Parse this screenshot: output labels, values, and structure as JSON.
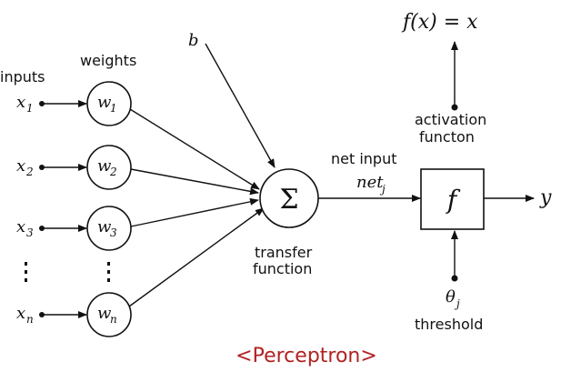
{
  "labels": {
    "inputs": "inputs",
    "weights": "weights",
    "bias": "b",
    "net_input": "net input",
    "net_symbol": "net",
    "net_subscript": "j",
    "transfer_line1": "transfer",
    "transfer_line2": "function",
    "activation_line1": "activation",
    "activation_line2": "functon",
    "threshold": "threshold",
    "theta": "θ",
    "theta_subscript": "j",
    "output": "y",
    "activation_formula": "f(x) = x",
    "sigma": "Σ",
    "f_box": "f",
    "caption": "<Perceptron>"
  },
  "inputs": [
    {
      "sym": "x",
      "sub": "1"
    },
    {
      "sym": "x",
      "sub": "2"
    },
    {
      "sym": "x",
      "sub": "3"
    },
    {
      "sym": "x",
      "sub": "n"
    }
  ],
  "weights": [
    {
      "sym": "w",
      "sub": "1"
    },
    {
      "sym": "w",
      "sub": "2"
    },
    {
      "sym": "w",
      "sub": "3"
    },
    {
      "sym": "w",
      "sub": "n"
    }
  ],
  "colors": {
    "ink": "#111111",
    "caption": "#b22222"
  }
}
